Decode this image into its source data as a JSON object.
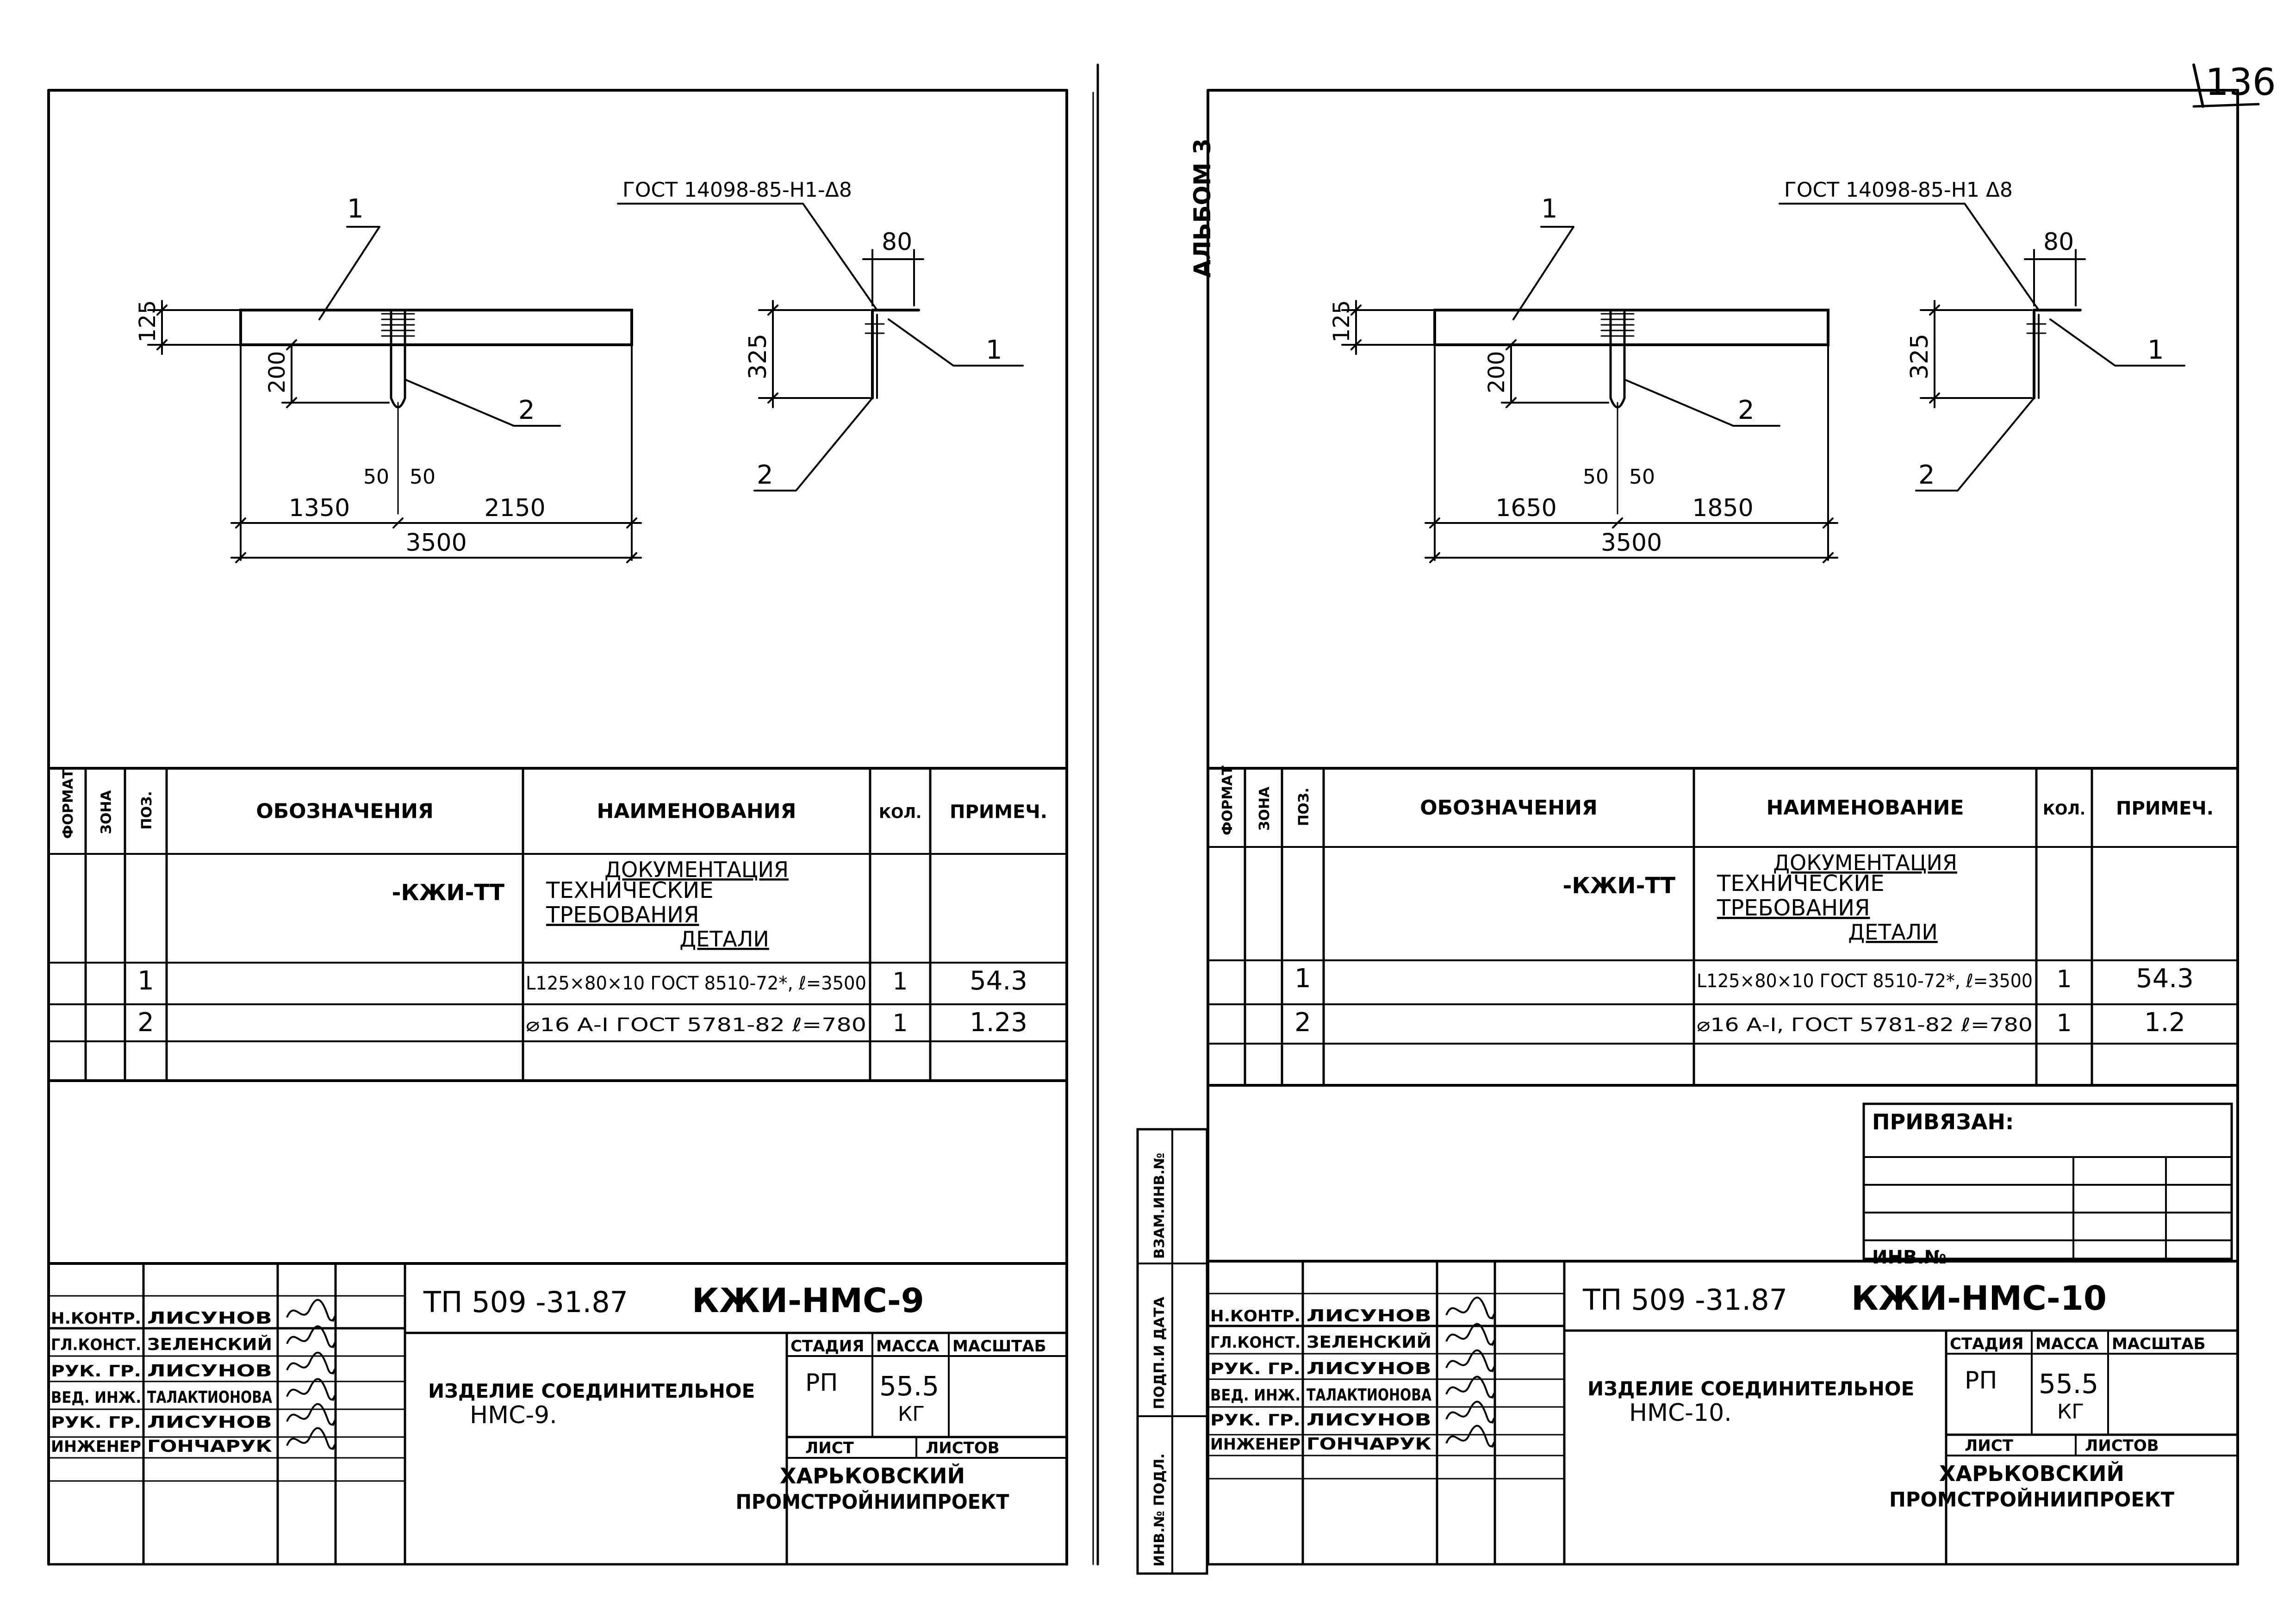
{
  "sheet": {
    "number": "136",
    "album_label": "АЛЬБОМ 3"
  },
  "columns": {
    "format": "ФОРМАТ",
    "zone": "ЗОНА",
    "pos": "ПОЗ.",
    "designation": "ОБОЗНАЧЕНИЯ",
    "qty": "КОЛ.",
    "note": "ПРИМЕЧ."
  },
  "title_block": {
    "roles": [
      "Н.КОНТР.",
      "ГЛ.КОНСТ.",
      "РУК. ГР.",
      "ВЕД. ИНЖ.",
      "РУК. ГР.",
      "ИНЖЕНЕР"
    ],
    "names": [
      "ЛИСУНОВ",
      "ЗЕЛЕНСКИЙ",
      "ЛИСУНОВ",
      "ТАЛАКТИОНОВА",
      "ЛИСУНОВ",
      "ГОНЧАРУК"
    ],
    "stage_label": "СТАДИЯ",
    "mass_label": "МАССА",
    "scale_label": "МАСШТАБ",
    "stage": "РП",
    "sheet_label": "ЛИСТ",
    "sheets_label": "ЛИСТОВ",
    "org_line1": "ХАРЬКОВСКИЙ",
    "org_line2": "ПРОМСТРОЙНИИПРОЕКТ",
    "project": "ТП 509 -31.87"
  },
  "side_stamp": [
    "ВЗАМ.ИНВ.№",
    "ПОДП.И ДАТА",
    "ИНВ.№ ПОДЛ."
  ],
  "binding": {
    "title": "ПРИВЯЗАН:",
    "inv": "ИНВ.№"
  },
  "panels": [
    {
      "id": "nmc9",
      "gost_label": "ГОСТ 14098-85-Н1-Δ8",
      "dims": {
        "h_125": "125",
        "h_200": "200",
        "h_325": "325",
        "w_80": "80",
        "w_50a": "50",
        "w_50b": "50",
        "left": "1350",
        "right": "2150",
        "total": "3500"
      },
      "callouts": {
        "c1": "1",
        "c2": "2",
        "c1_side": "1",
        "c2_side": "2"
      },
      "name_header": "НАИМЕНОВАНИЯ",
      "spec": {
        "section_doc": "ДОКУМЕНТАЦИЯ",
        "doc_code": "-КЖИ-ТТ",
        "doc_name_1": "ТЕХНИЧЕСКИЕ",
        "doc_name_2": "ТРЕБОВАНИЯ",
        "section_parts": "ДЕТАЛИ",
        "rows": [
          {
            "pos": "1",
            "name": "L125×80×10 ГОСТ 8510-72*, ℓ=3500",
            "qty": "1",
            "note": "54.3"
          },
          {
            "pos": "2",
            "name": "⌀16 А-I ГОСТ 5781-82 ℓ=780",
            "qty": "1",
            "note": "1.23"
          }
        ]
      },
      "title": {
        "code": "КЖИ-НМС-9",
        "product_line1": "ИЗДЕЛИЕ СОЕДИНИТЕЛЬНОЕ",
        "product_line2": "НМС-9.",
        "mass_value": "55.5",
        "mass_unit": "КГ"
      }
    },
    {
      "id": "nmc10",
      "gost_label": "ГОСТ 14098-85-Н1 Δ8",
      "dims": {
        "h_125": "125",
        "h_200": "200",
        "h_325": "325",
        "w_80": "80",
        "w_50a": "50",
        "w_50b": "50",
        "left": "1650",
        "right": "1850",
        "total": "3500"
      },
      "callouts": {
        "c1": "1",
        "c2": "2",
        "c1_side": "1",
        "c2_side": "2"
      },
      "name_header": "НАИМЕНОВАНИЕ",
      "spec": {
        "section_doc": "ДОКУМЕНТАЦИЯ",
        "doc_code": "-КЖИ-ТТ",
        "doc_name_1": "ТЕХНИЧЕСКИЕ",
        "doc_name_2": "ТРЕБОВАНИЯ",
        "section_parts": "ДЕТАЛИ",
        "rows": [
          {
            "pos": "1",
            "name": "L125×80×10 ГОСТ 8510-72*, ℓ=3500",
            "qty": "1",
            "note": "54.3"
          },
          {
            "pos": "2",
            "name": "⌀16 А-I, ГОСТ 5781-82 ℓ=780",
            "qty": "1",
            "note": "1.2"
          }
        ]
      },
      "title": {
        "code": "КЖИ-НМС-10",
        "product_line1": "ИЗДЕЛИЕ СОЕДИНИТЕЛЬНОЕ",
        "product_line2": "НМС-10.",
        "mass_value": "55.5",
        "mass_unit": "КГ"
      }
    }
  ]
}
